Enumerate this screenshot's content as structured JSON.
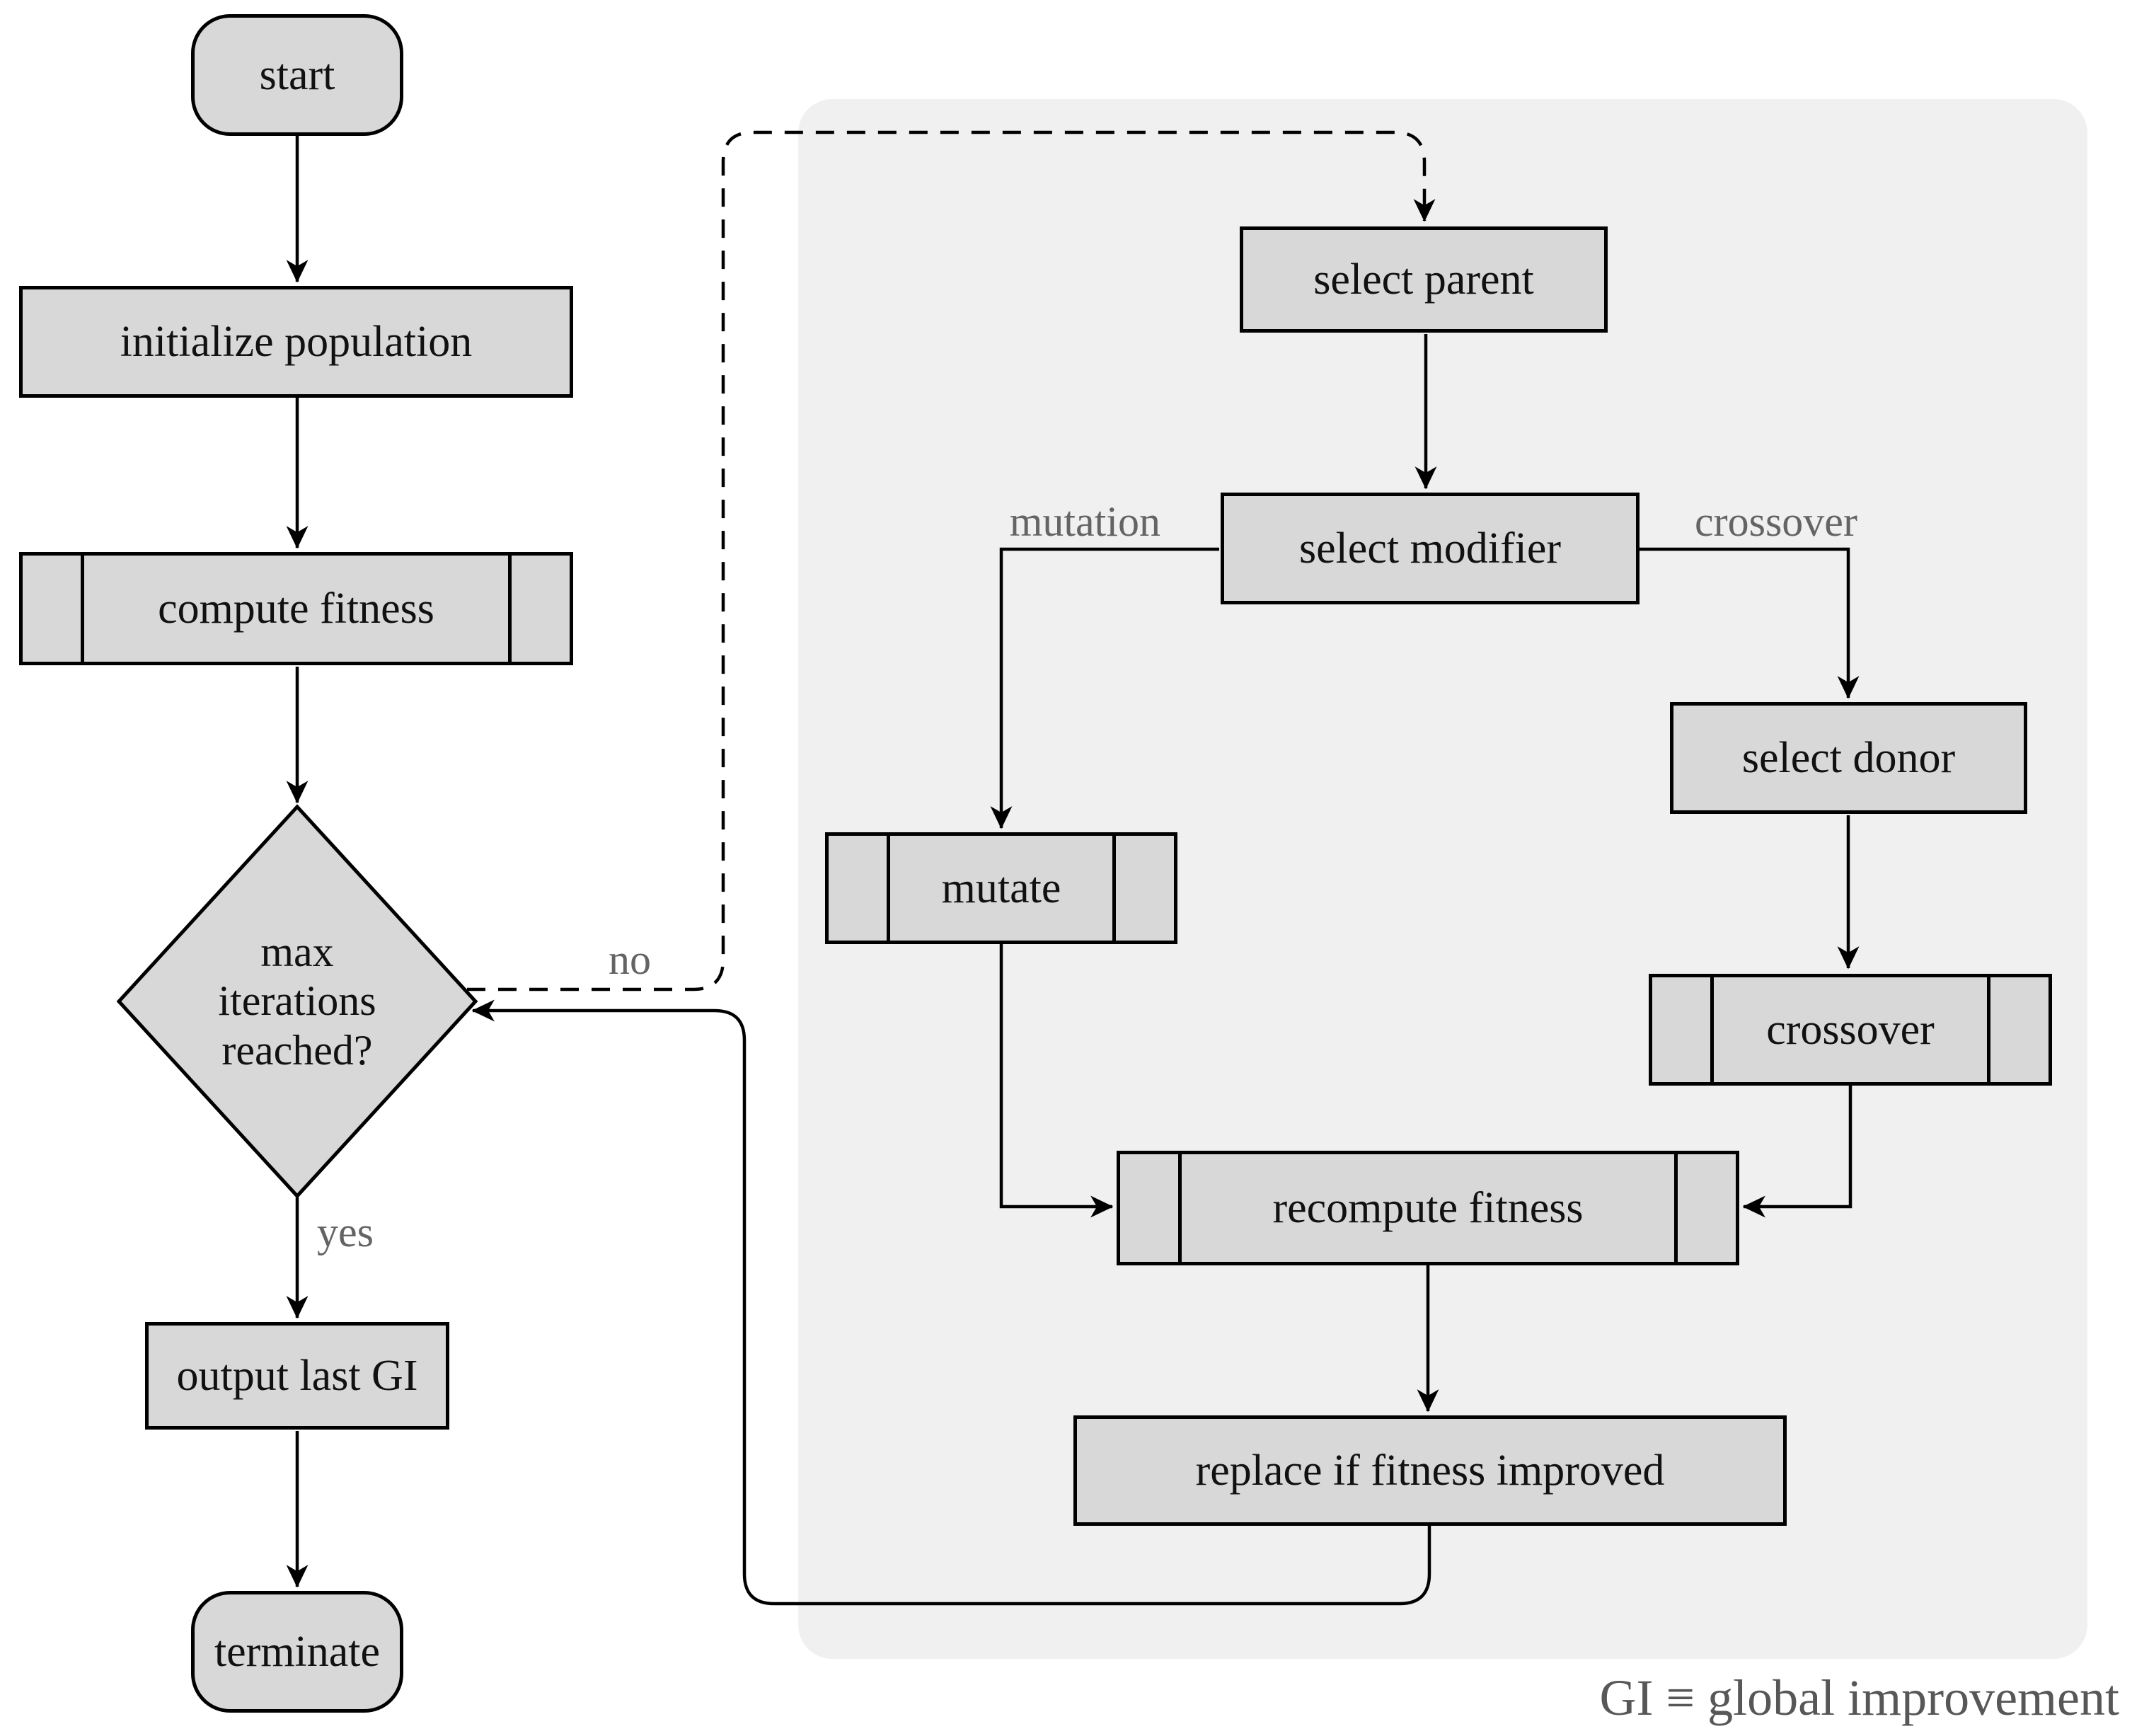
{
  "diagram": {
    "caption": "GI ≡ global improvement",
    "colors": {
      "background": "#ffffff",
      "node_fill": "#d8d8d8",
      "node_border": "#000000",
      "panel_fill": "#f0f0f0",
      "label_gray": "#646464"
    }
  },
  "main_flow": {
    "start": "start",
    "initialize_population": "initialize population",
    "compute_fitness": "compute fitness",
    "decision": {
      "line1": "max",
      "line2": "iterations",
      "line3": "reached?"
    },
    "yes_label": "yes",
    "no_label": "no",
    "output_last_gi": "output last GI",
    "terminate": "terminate"
  },
  "gi_panel": {
    "select_parent": "select parent",
    "select_modifier": "select modifier",
    "mutation_label": "mutation",
    "crossover_label": "crossover",
    "mutate": "mutate",
    "select_donor": "select donor",
    "crossover": "crossover",
    "recompute_fitness": "recompute fitness",
    "replace_if_fitness_improved": "replace if fitness improved"
  }
}
